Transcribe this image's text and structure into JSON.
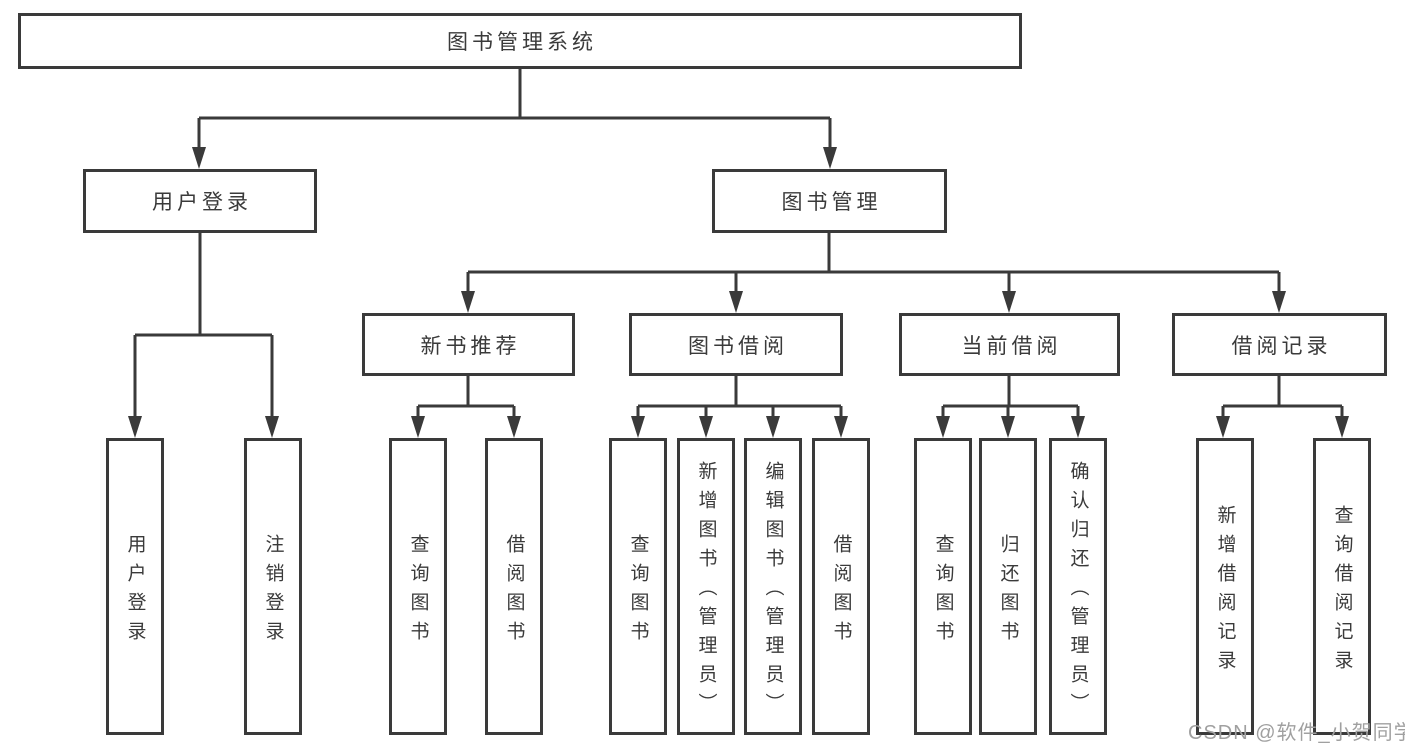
{
  "diagram": {
    "root": {
      "label": "图书管理系统",
      "children": [
        {
          "label": "用户登录",
          "children": [
            {
              "label": "用户登录"
            },
            {
              "label": "注销登录"
            }
          ]
        },
        {
          "label": "图书管理",
          "children": [
            {
              "label": "新书推荐",
              "children": [
                {
                  "label": "查询图书"
                },
                {
                  "label": "借阅图书"
                }
              ]
            },
            {
              "label": "图书借阅",
              "children": [
                {
                  "label": "查询图书"
                },
                {
                  "label": "新增图书（管理员）"
                },
                {
                  "label": "编辑图书（管理员）"
                },
                {
                  "label": "借阅图书"
                }
              ]
            },
            {
              "label": "当前借阅",
              "children": [
                {
                  "label": "查询图书"
                },
                {
                  "label": "归还图书"
                },
                {
                  "label": "确认归还（管理员）"
                }
              ]
            },
            {
              "label": "借阅记录",
              "children": [
                {
                  "label": "新增借阅记录"
                },
                {
                  "label": "查询借阅记录"
                }
              ]
            }
          ]
        }
      ]
    }
  },
  "watermark": {
    "text": "CSDN @软件_小贺同学"
  },
  "colors": {
    "line": "#3a3a3a",
    "text": "#3a3a3a",
    "watermark": "#a0a0a0",
    "background": "#ffffff"
  }
}
